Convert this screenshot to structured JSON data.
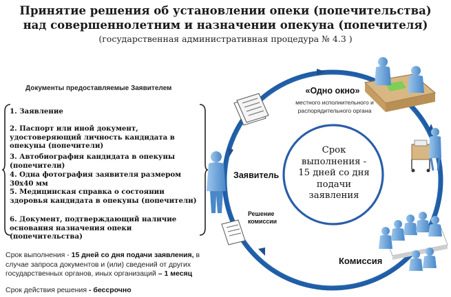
{
  "header": {
    "title_line1": "Принятие решения об установлении опеки (попечительства)",
    "title_line2": "над совершеннолетним и назначении опекуна (попечителя)",
    "subtitle": "(государственная административная  процедура № 4.3 )"
  },
  "documents": {
    "heading": "Документы  предоставляемые Заявителем",
    "items": [
      "1. Заявление",
      "2. Паспорт или иной документ, удостоверяющий личность кандидата в опекуны (попечители)",
      "3. Автобиография кандидата в опекуны (попечители)",
      "4. Одна фотография заявителя размером 30х40 мм",
      "5. Медицинская справка о состоянии здоровья кандидата в опекуны (попечители)",
      "6. Документ, подтверждающий наличие основания назначения опеки (попечительства)"
    ]
  },
  "notes": {
    "term_prefix": "Срок выполнения - ",
    "term_bold": "15 дней со дня подачи заявления,",
    "term_rest": " в случае запроса документов и (или) сведений от других государственных органов, иных организаций ",
    "term_tail": "– 1 месяц",
    "validity_prefix": "Срок действия решения  ",
    "validity_bold": "- бессрочно"
  },
  "diagram": {
    "one_window_title": "«Одно окно»",
    "one_window_sub": "местного исполнительного и распорядительного органа",
    "applicant": "Заявитель",
    "decision": "Решение комиссии",
    "commission": "Комиссия",
    "center_text": "Срок выполнения - 15 дней со дня подачи заявления"
  },
  "colors": {
    "ring": "#2a6fb5",
    "center_circle": "#2a5ea8",
    "figure": "#6fa6dc",
    "figure_dark": "#3f7fc2",
    "desk": "#c9a26b",
    "accent_green": "#6cbf4a"
  },
  "icons": [
    "person-icon",
    "documents-icon",
    "office-desk-icon",
    "cart-icon",
    "commission-table-icon",
    "decision-document-icon",
    "arrow-icon"
  ]
}
